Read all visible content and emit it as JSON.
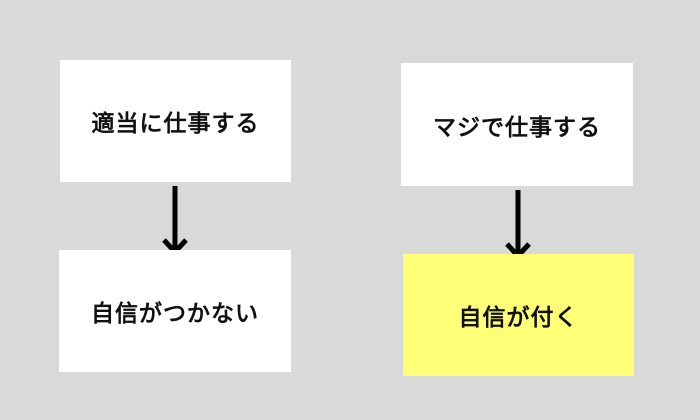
{
  "colors": {
    "background": "#d9d9d9",
    "box": "#ffffff",
    "highlight": "#ffff77",
    "arrow": "#000000"
  },
  "left_flow": {
    "top_box": "適当に仕事する",
    "bottom_box": "自信がつかない"
  },
  "right_flow": {
    "top_box": "マジで仕事する",
    "bottom_box": "自信が付く"
  }
}
